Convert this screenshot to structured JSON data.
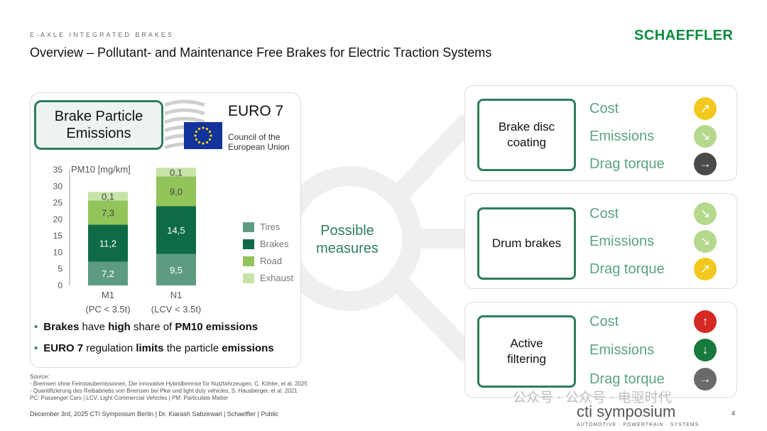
{
  "header": {
    "kicker": "E-AXLE INTEGRATED BRAKES",
    "title": "Overview – Pollutant- and Maintenance Free Brakes for Electric Traction Systems",
    "brand": "SCHAEFFLER"
  },
  "left_panel": {
    "box_title": "Brake Particle Emissions",
    "euro_title": "EURO 7",
    "council_line1": "Council of the",
    "council_line2": "European Union"
  },
  "chart_data": {
    "type": "bar",
    "stacked": true,
    "ylabel": "PM10 [mg/km]",
    "ylim": [
      0,
      35
    ],
    "yticks": [
      "35",
      "30",
      "25",
      "20",
      "15",
      "10",
      "5",
      "0"
    ],
    "categories": [
      "M1",
      "N1"
    ],
    "category_sublabels": [
      "(PC < 3.5t)",
      "(LCV < 3.5t)"
    ],
    "series": [
      {
        "name": "Tires",
        "values": [
          7.2,
          9.5
        ],
        "labels": [
          "7,2",
          "9,5"
        ],
        "color": "#5e9c82"
      },
      {
        "name": "Brakes",
        "values": [
          11.2,
          14.5
        ],
        "labels": [
          "11,2",
          "14,5"
        ],
        "color": "#0e6b45"
      },
      {
        "name": "Road",
        "values": [
          7.3,
          9.0
        ],
        "labels": [
          "7,3",
          "9,0"
        ],
        "color": "#92c45a"
      },
      {
        "name": "Exhaust",
        "values": [
          0.1,
          0.1
        ],
        "labels": [
          "0,1",
          "0,1"
        ],
        "color": "#c8e3a8"
      }
    ]
  },
  "bullets": {
    "b1": {
      "p1": "Brakes",
      "p2": " have ",
      "p3": "high",
      "p4": " share of ",
      "p5": "PM10 emissions"
    },
    "b2": {
      "p1": "EURO 7",
      "p2": " regulation ",
      "p3": "limits",
      "p4": " the particle ",
      "p5": "emissions"
    }
  },
  "center": {
    "line1": "Possible",
    "line2": "measures"
  },
  "measures": [
    {
      "line1": "Brake disc",
      "line2": "coating",
      "metrics": [
        {
          "label": "Cost",
          "arrow": "↗",
          "color": "#f2c81e"
        },
        {
          "label": "Emissions",
          "arrow": "↘",
          "color": "#b5d98c"
        },
        {
          "label": "Drag torque",
          "arrow": "→",
          "color": "#4a4a4a"
        }
      ]
    },
    {
      "line1": "Drum brakes",
      "line2": "",
      "metrics": [
        {
          "label": "Cost",
          "arrow": "↘",
          "color": "#b5d98c"
        },
        {
          "label": "Emissions",
          "arrow": "↘",
          "color": "#b5d98c"
        },
        {
          "label": "Drag torque",
          "arrow": "↗",
          "color": "#f2c81e"
        }
      ]
    },
    {
      "line1": "Active",
      "line2": "filtering",
      "metrics": [
        {
          "label": "Cost",
          "arrow": "↑",
          "color": "#d42a23"
        },
        {
          "label": "Emissions",
          "arrow": "↓",
          "color": "#157a3a"
        },
        {
          "label": "Drag torque",
          "arrow": "→",
          "color": "#6a6a6a"
        }
      ]
    }
  ],
  "source": {
    "l1": "Source:",
    "l2": "- Bremsen ohne Feinstaubemissionen, Die innovative Hybridbremse für Nutzfahrzeugen, C. Köhler, et al. 2025",
    "l3": "- Quantifizierung des Reibabriebs von Bremsen bei Pkw und light duty vehicles, S. Hausberger, et al. 2021",
    "l4": "PC: Passenger Cars | LCV: Light Commercial Vehicles | PM: Particulate Matter"
  },
  "footer": {
    "text": "December 3rd, 2025   CTI Symposium Berlin  |  Dr. Kiarash Sabzewari  |  Schaeffler  |  Public",
    "page": "4",
    "cti": "cti symposium",
    "cti_sub": "AUTOMOTIVE · POWERTRAIN · SYSTEMS",
    "watermark": "公众号 · 公众号 · 电驱时代"
  }
}
